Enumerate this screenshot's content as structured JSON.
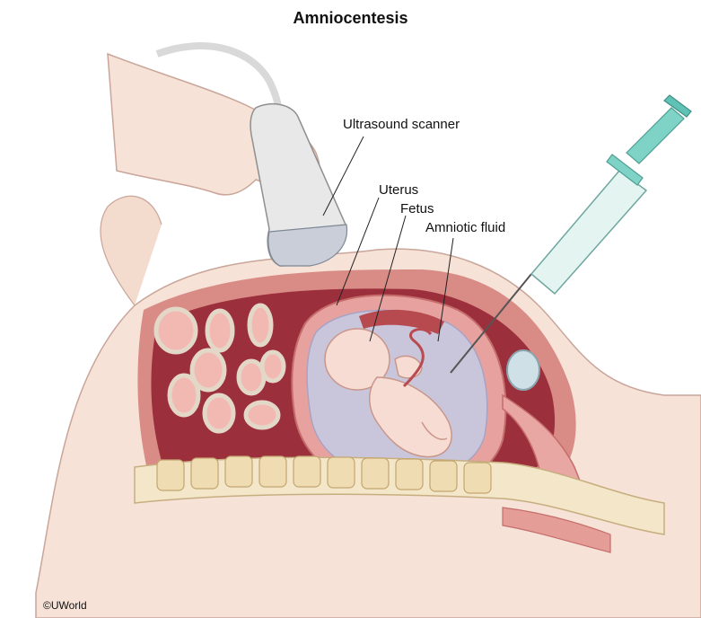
{
  "title": "Amniocentesis",
  "labels": {
    "ultrasound": "Ultrasound scanner",
    "uterus": "Uterus",
    "fetus": "Fetus",
    "amniotic_fluid": "Amniotic fluid"
  },
  "credit": "©UWorld",
  "colors": {
    "skin": "#f6e2d6",
    "tissue": "#d98b86",
    "cavity": "#9c2f3c",
    "uterus_wall": "#e7a2a0",
    "fluid": "#c9c6dc",
    "fetus": "#f7dcd3",
    "spine": "#f3e6c9",
    "syringe": "#7fd3c6",
    "probe": "#e8e8e8"
  }
}
